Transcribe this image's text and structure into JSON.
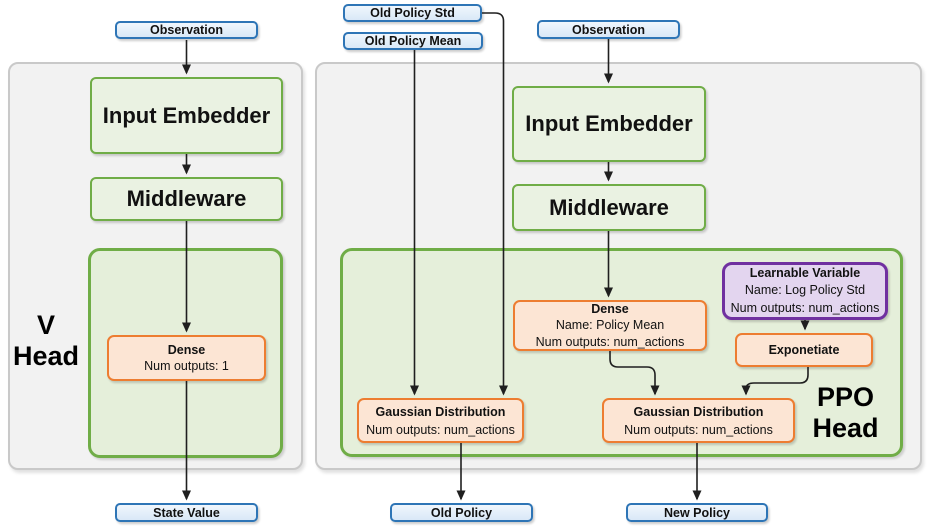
{
  "colors": {
    "panel_fill": "#F2F2F2",
    "panel_border": "#C9C9C9",
    "green_fill": "#EAF2E2",
    "green_container_fill": "#E5EFDA",
    "green_border": "#70AD47",
    "blue_fill": "#D9E8F7",
    "blue_border": "#2E75B6",
    "orange_fill": "#FCE5D4",
    "orange_border": "#ED7D31",
    "purple_fill": "#E3D5EF",
    "purple_border": "#7030A0",
    "arrow": "#1F1F1F"
  },
  "v_head": {
    "label_line1": "V",
    "label_line2": "Head",
    "observation": "Observation",
    "input_embedder": "Input Embedder",
    "middleware": "Middleware",
    "dense": {
      "title": "Dense",
      "line2": "Num outputs: 1"
    },
    "state_value": "State Value"
  },
  "ppo_head": {
    "label_line1": "PPO",
    "label_line2": "Head",
    "old_policy_std": "Old Policy Std",
    "old_policy_mean": "Old Policy Mean",
    "observation": "Observation",
    "input_embedder": "Input Embedder",
    "middleware": "Middleware",
    "dense": {
      "title": "Dense",
      "line2": "Name: Policy Mean",
      "line3": "Num outputs: num_actions"
    },
    "learnable_variable": {
      "title": "Learnable Variable",
      "line2": "Name: Log Policy Std",
      "line3": "Num outputs: num_actions"
    },
    "exponetiate": "Exponetiate",
    "gaussian_old": {
      "title": "Gaussian Distribution",
      "line2": "Num outputs: num_actions"
    },
    "gaussian_new": {
      "title": "Gaussian Distribution",
      "line2": "Num outputs: num_actions"
    },
    "old_policy": "Old Policy",
    "new_policy": "New Policy"
  }
}
